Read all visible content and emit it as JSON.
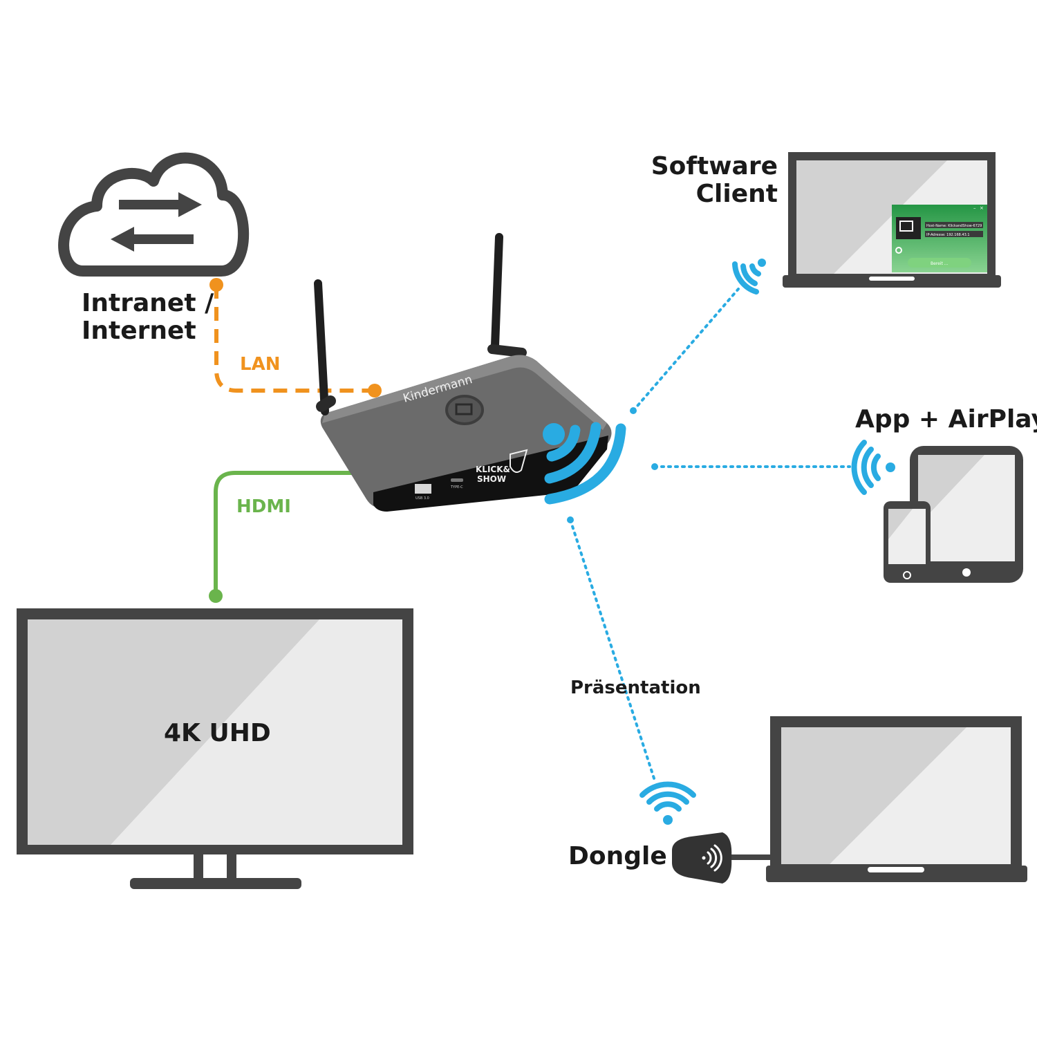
{
  "nodes": {
    "cloud": {
      "label_line1": "Intranet /",
      "label_line2": "Internet"
    },
    "software_client": {
      "label_line1": "Software",
      "label_line2": "Client",
      "window": {
        "host_row": "Host-Name: KlickandShow-6729",
        "ip_row": "IP-Adresse: 192.168.43.1",
        "button": "Bereit ..."
      }
    },
    "app": {
      "label": "App + AirPlay"
    },
    "tv": {
      "label": "4K UHD"
    },
    "dongle": {
      "label": "Dongle"
    },
    "device": {
      "brand": "Kindermann",
      "badge_line1": "KLICK&",
      "badge_line2": "SHOW",
      "port_usb": "USB 3.0",
      "port_typec": "TYPE-C"
    }
  },
  "connections": {
    "lan": {
      "label": "LAN",
      "color": "#f0921e"
    },
    "hdmi": {
      "label": "HDMI",
      "color": "#6ab44c"
    },
    "wireless_color": "#29abe2",
    "presentation": {
      "label": "Präsentation"
    }
  }
}
